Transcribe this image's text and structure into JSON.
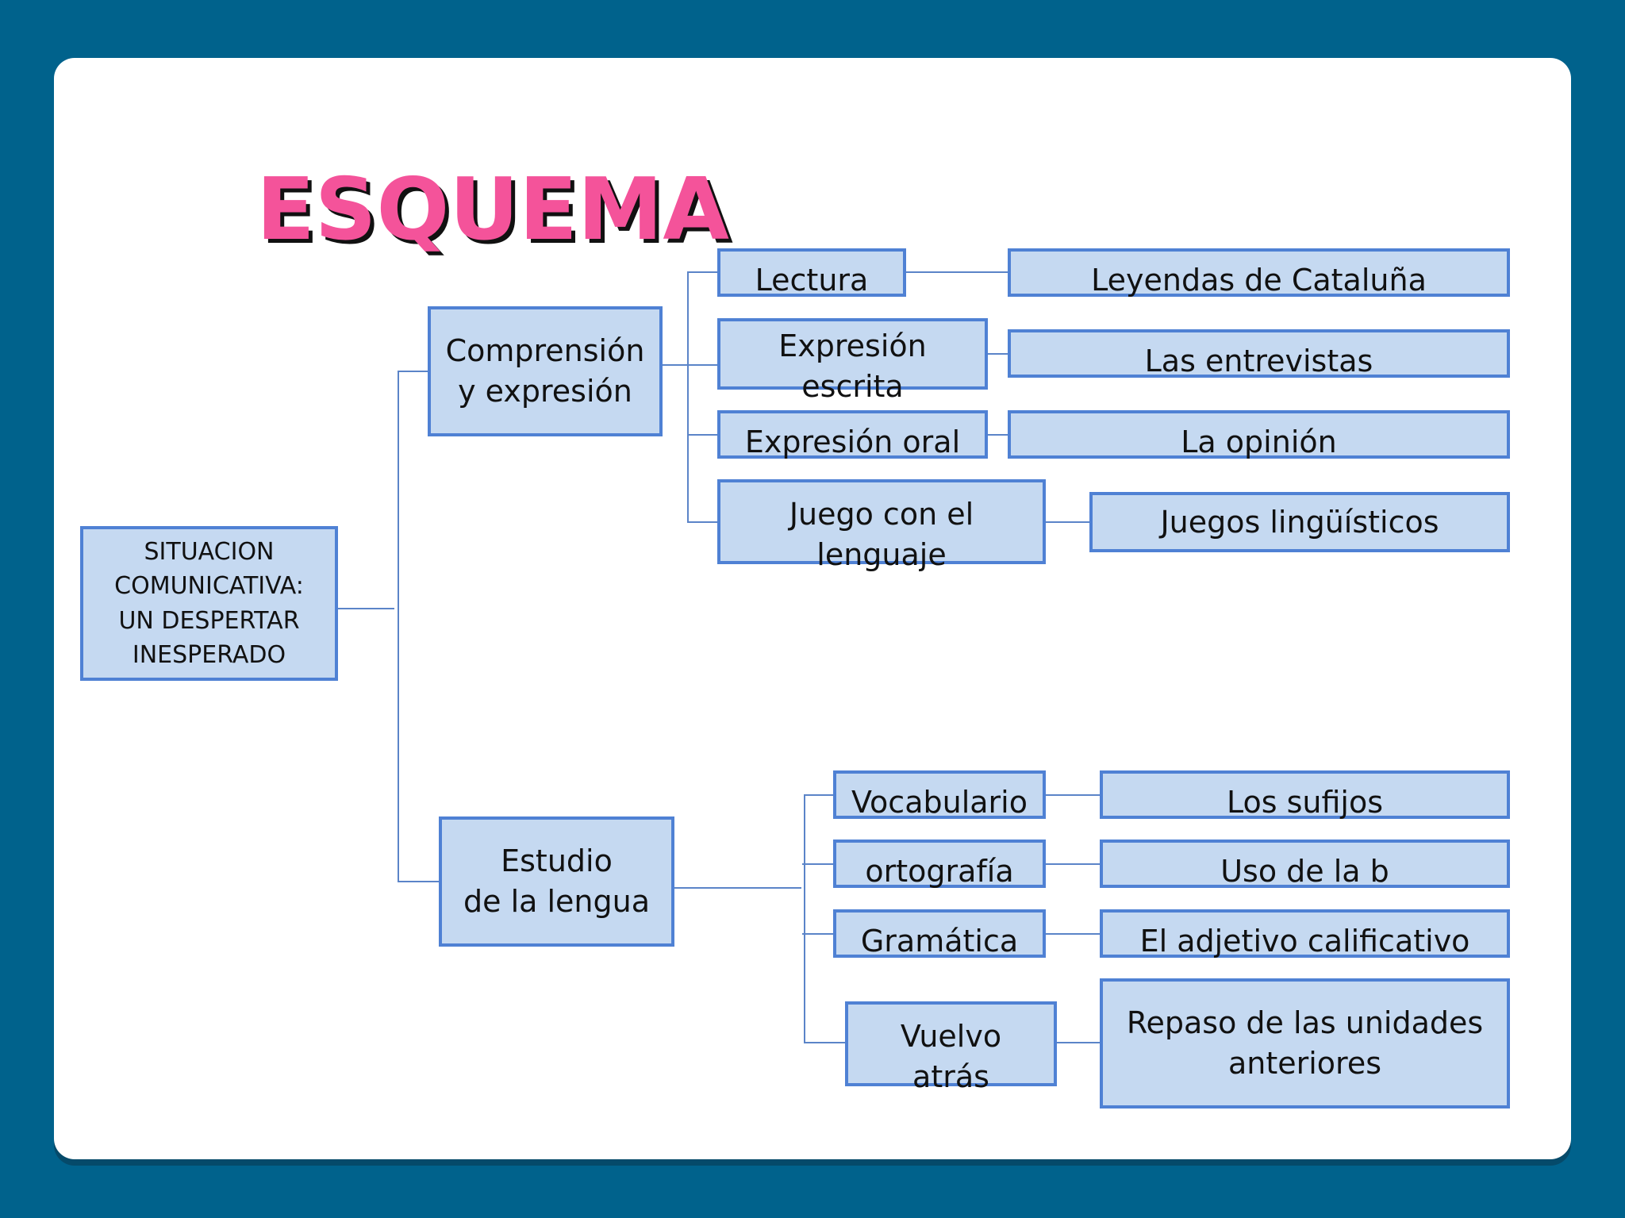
{
  "title": "ESQUEMA",
  "colors": {
    "background": "#00628c",
    "panel": "#ffffff",
    "node_fill": "#c5d9f1",
    "node_border": "#4f81d4",
    "connector": "#5b84c8",
    "title": "#f4539a"
  },
  "diagram": {
    "root": "SITUACION\nCOMUNICATIVA:\nUN DESPERTAR\nINESPERADO",
    "branches": [
      {
        "label": "Comprensión\ny expresión",
        "items": [
          {
            "label": "Lectura",
            "detail": "Leyendas de Cataluña"
          },
          {
            "label": "Expresión\nescrita",
            "detail": "Las entrevistas"
          },
          {
            "label": "Expresión oral",
            "detail": "La opinión"
          },
          {
            "label": "Juego con el\nlenguaje",
            "detail": "Juegos lingüísticos"
          }
        ]
      },
      {
        "label": "Estudio\nde la lengua",
        "items": [
          {
            "label": "Vocabulario",
            "detail": "Los sufijos"
          },
          {
            "label": "ortografía",
            "detail": "Uso de la b"
          },
          {
            "label": "Gramática",
            "detail": "El adjetivo calificativo"
          },
          {
            "label": "Vuelvo\natrás",
            "detail": "Repaso de las unidades\nanteriores"
          }
        ]
      }
    ]
  }
}
